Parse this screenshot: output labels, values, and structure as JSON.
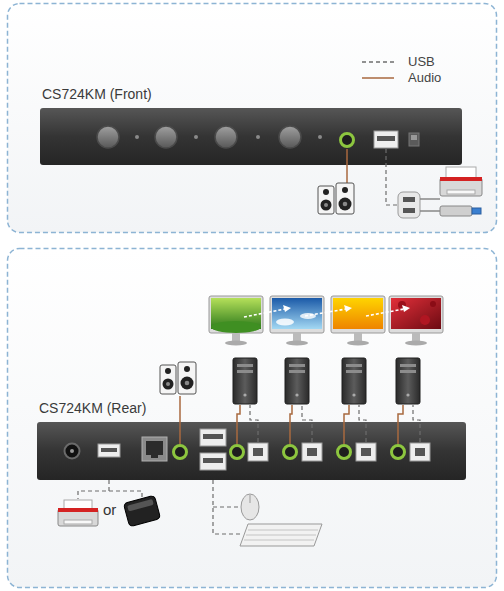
{
  "diagram": {
    "nodes": [
      {
        "text": [
          "CS724KM (Front)"
        ]
      },
      {
        "text": [
          "CS724KM (Rear)"
        ]
      }
    ],
    "labels": [
      "or"
    ],
    "legend": [
      {
        "text": "USB"
      },
      {
        "text": "Audio"
      }
    ]
  }
}
